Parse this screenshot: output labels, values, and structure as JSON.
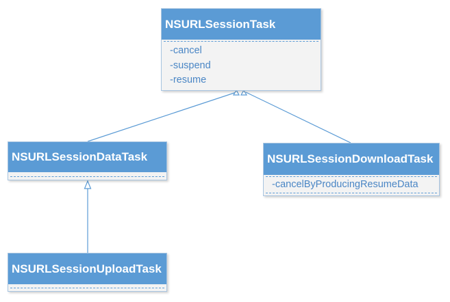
{
  "diagram": {
    "classes": {
      "session_task": {
        "name": "NSURLSessionTask",
        "methods": [
          "-cancel",
          "-suspend",
          "-resume"
        ]
      },
      "data_task": {
        "name": "NSURLSessionDataTask",
        "methods": []
      },
      "download_task": {
        "name": "NSURLSessionDownloadTask",
        "methods": [
          "-cancelByProducingResumeData"
        ]
      },
      "upload_task": {
        "name": "NSURLSessionUploadTask",
        "methods": []
      }
    },
    "relations": [
      {
        "type": "inheritance",
        "from": "NSURLSessionDataTask",
        "to": "NSURLSessionTask"
      },
      {
        "type": "inheritance",
        "from": "NSURLSessionDownloadTask",
        "to": "NSURLSessionTask"
      },
      {
        "type": "inheritance",
        "from": "NSURLSessionUploadTask",
        "to": "NSURLSessionDataTask"
      }
    ],
    "colors": {
      "header_fill": "#5b9bd5",
      "header_text": "#ffffff",
      "body_fill": "#f3f3f3",
      "method_text": "#4a86c5",
      "connector": "#5b9bd5"
    }
  }
}
